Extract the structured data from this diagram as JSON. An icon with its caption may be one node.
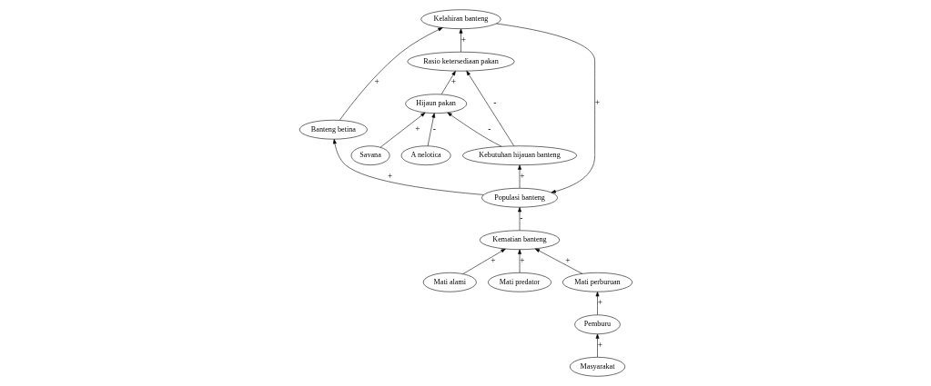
{
  "diagram": {
    "nodes": [
      {
        "text": [
          "Populasi banteng"
        ]
      },
      {
        "text": [
          "Mati alami"
        ]
      },
      {
        "text": [
          "Kelahiran banteng"
        ]
      },
      {
        "text": [
          "Kematian banteng"
        ]
      },
      {
        "text": [
          "Banteng betina"
        ]
      },
      {
        "text": [
          "Mati predator"
        ]
      },
      {
        "text": [
          "Rasio ketersediaan pakan"
        ]
      },
      {
        "text": [
          "Kebutuhan hijauan banteng"
        ]
      },
      {
        "text": [
          "Mati perburuan"
        ]
      },
      {
        "text": [
          "Hijaun pakan"
        ]
      },
      {
        "text": [
          "Pemburu"
        ]
      },
      {
        "text": [
          "Savana"
        ]
      },
      {
        "text": [
          "A nelotica"
        ]
      },
      {
        "text": [
          "Masyarakat"
        ]
      }
    ],
    "edges": [
      {
        "from": 2,
        "to": 0,
        "arrow": "to",
        "label": "+"
      },
      {
        "from": 3,
        "to": 0,
        "arrow": "to",
        "label": "-"
      },
      {
        "from": 1,
        "to": 3,
        "arrow": "to",
        "label": "+"
      },
      {
        "from": 5,
        "to": 3,
        "arrow": "to",
        "label": "+"
      },
      {
        "from": 8,
        "to": 3,
        "arrow": "to",
        "label": "+"
      },
      {
        "from": 0,
        "to": 4,
        "arrow": "to",
        "label": "+"
      },
      {
        "from": 4,
        "to": 2,
        "arrow": "to",
        "label": "+"
      },
      {
        "from": 0,
        "to": 7,
        "arrow": "to",
        "label": "+"
      },
      {
        "from": 7,
        "to": 6,
        "arrow": "to",
        "label": "-"
      },
      {
        "from": 7,
        "to": 9,
        "arrow": "to",
        "label": "-"
      },
      {
        "from": 6,
        "to": 2,
        "arrow": "to",
        "label": "+"
      },
      {
        "from": 9,
        "to": 6,
        "arrow": "to",
        "label": "+"
      },
      {
        "from": 11,
        "to": 9,
        "arrow": "to",
        "label": "+"
      },
      {
        "from": 12,
        "to": 9,
        "arrow": "to",
        "label": "-"
      },
      {
        "from": 10,
        "to": 8,
        "arrow": "to",
        "label": "+"
      },
      {
        "from": 13,
        "to": 10,
        "arrow": "to",
        "label": "+"
      }
    ]
  }
}
